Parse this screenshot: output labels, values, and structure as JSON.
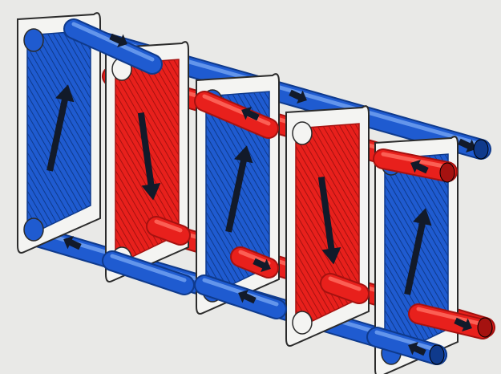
{
  "diagram": {
    "colors": {
      "hot": "#e8201c",
      "hot_dark": "#a51210",
      "hot_light": "#ff6a5e",
      "cold": "#1f5bd0",
      "cold_dark": "#0f3a8c",
      "cold_light": "#6fa0f0",
      "frame": "#f4f4f2",
      "frame_edge": "#2b2b2b",
      "arrow": "#121a2a",
      "background": "#e9e9e7"
    },
    "plates": [
      {
        "name": "plate-1",
        "fluid": "cold",
        "direction": "up"
      },
      {
        "name": "plate-2",
        "fluid": "hot",
        "direction": "down"
      },
      {
        "name": "plate-3",
        "fluid": "cold",
        "direction": "up"
      },
      {
        "name": "plate-4",
        "fluid": "hot",
        "direction": "down"
      },
      {
        "name": "plate-5",
        "fluid": "cold",
        "direction": "up"
      }
    ],
    "icons": [
      "flow-arrow-icon",
      "pipe-arrow-icon"
    ]
  }
}
